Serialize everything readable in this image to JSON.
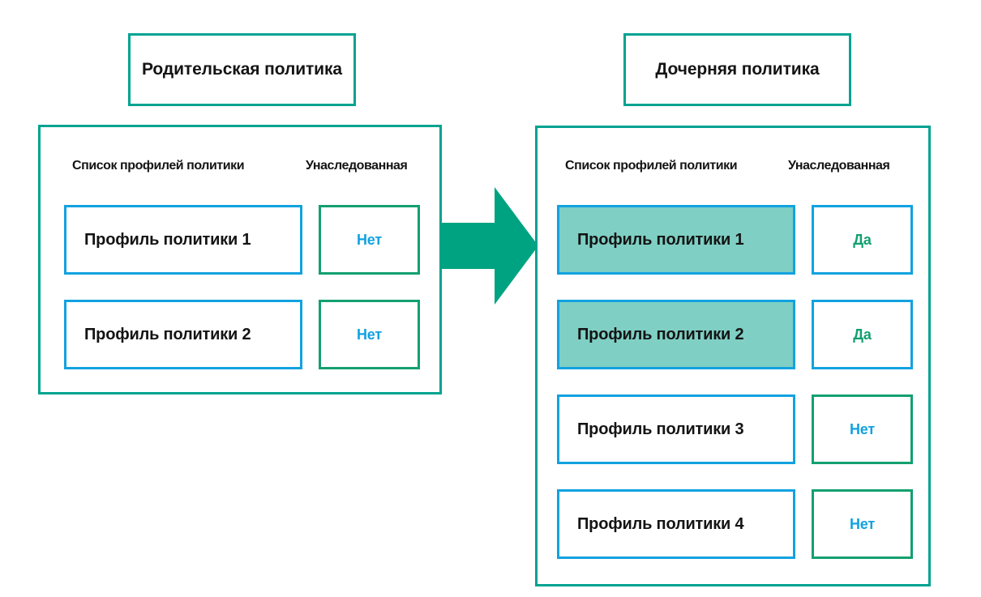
{
  "diagram": {
    "title_left": "Родительская политика",
    "title_right": "Дочерняя политика",
    "arrow_icon": "right-arrow-icon",
    "colors": {
      "teal_frame": "#00a391",
      "blue_frame": "#12a2e0",
      "green_frame": "#13a06f",
      "highlight_fill": "#7fcfc4",
      "arrow_fill": "#00a381",
      "text": "#141414"
    }
  },
  "parent_policy": {
    "header": "Родительская политика",
    "columns": {
      "profiles": "Список профилей политики",
      "inherited": "Унаследованная"
    },
    "rows": [
      {
        "profile": "Профиль политики 1",
        "inherited": "Нет",
        "highlighted": false
      },
      {
        "profile": "Профиль политики 2",
        "inherited": "Нет",
        "highlighted": false
      }
    ]
  },
  "child_policy": {
    "header": "Дочерняя политика",
    "columns": {
      "profiles": "Список профилей политики",
      "inherited": "Унаследованная"
    },
    "rows": [
      {
        "profile": "Профиль политики 1",
        "inherited": "Да",
        "highlighted": true
      },
      {
        "profile": "Профиль политики 2",
        "inherited": "Да",
        "highlighted": true
      },
      {
        "profile": "Профиль политики 3",
        "inherited": "Нет",
        "highlighted": false
      },
      {
        "profile": "Профиль политики 4",
        "inherited": "Нет",
        "highlighted": false
      }
    ]
  }
}
